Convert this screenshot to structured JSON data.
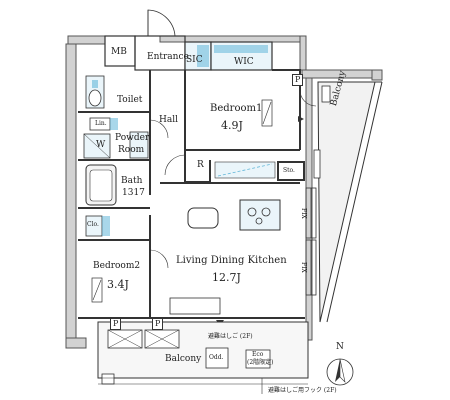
{
  "rooms": {
    "mb": "MB",
    "entrance": "Entrance",
    "sic": "SIC",
    "wic": "WIC",
    "bedroom1_name": "Bedroom1",
    "bedroom1_size": "4.9J",
    "toilet": "Toilet",
    "hall": "Hall",
    "lin": "Lin.",
    "powder_room_line1": "Powder",
    "powder_room_line2": "Room",
    "w": "W",
    "r": "R",
    "sto": "Sto.",
    "bath_line1": "Bath",
    "bath_line2": "1317",
    "clo": "Clo.",
    "ldk_name": "Living Dining Kitchen",
    "ldk_size": "12.7J",
    "bedroom2_name": "Bedroom2",
    "bedroom2_size": "3.4J",
    "balcony_bottom": "Balcony",
    "balcony_right": "Balcony",
    "p_top_right": "P",
    "p_left": "P",
    "p_middle": "P",
    "fix_1": "FIX",
    "fix_2": "FIX",
    "odd": "Odd.",
    "eco_line1": "Eco",
    "eco_line2": "(2階限定)",
    "ladder_note": "避難はしご (2F)",
    "hook_note": "避難はしご用フック (2F)",
    "north": "N"
  },
  "colors": {
    "wall": "#6e6e6e",
    "wall_fill": "#d2d2d2",
    "fixture_blue": "#63b7d8",
    "line": "#333333"
  }
}
